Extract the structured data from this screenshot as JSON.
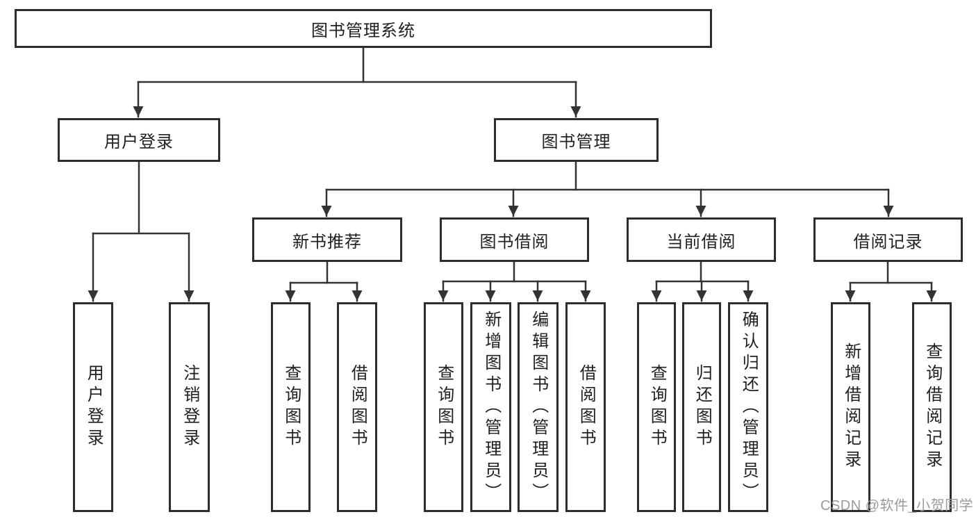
{
  "colors": {
    "line": "#333333",
    "box_border": "#2d2d2d",
    "text": "#1f1f1f",
    "watermark": "#9a9a9a",
    "background": "#ffffff"
  },
  "watermark": {
    "text": "CSDN @软件_小贺同学"
  },
  "tree": {
    "label": "图书管理系统",
    "children": [
      {
        "label": "用户登录",
        "children": [
          {
            "label": "用户登录"
          },
          {
            "label": "注销登录"
          }
        ]
      },
      {
        "label": "图书管理",
        "children": [
          {
            "label": "新书推荐",
            "children": [
              {
                "label": "查询图书"
              },
              {
                "label": "借阅图书"
              }
            ]
          },
          {
            "label": "图书借阅",
            "children": [
              {
                "label": "查询图书"
              },
              {
                "label": "新增图书（管理员）"
              },
              {
                "label": "编辑图书（管理员）"
              },
              {
                "label": "借阅图书"
              }
            ]
          },
          {
            "label": "当前借阅",
            "children": [
              {
                "label": "查询图书"
              },
              {
                "label": "归还图书"
              },
              {
                "label": "确认归还（管理员）"
              }
            ]
          },
          {
            "label": "借阅记录",
            "children": [
              {
                "label": "新增借阅记录"
              },
              {
                "label": "查询借阅记录"
              }
            ]
          }
        ]
      }
    ]
  }
}
